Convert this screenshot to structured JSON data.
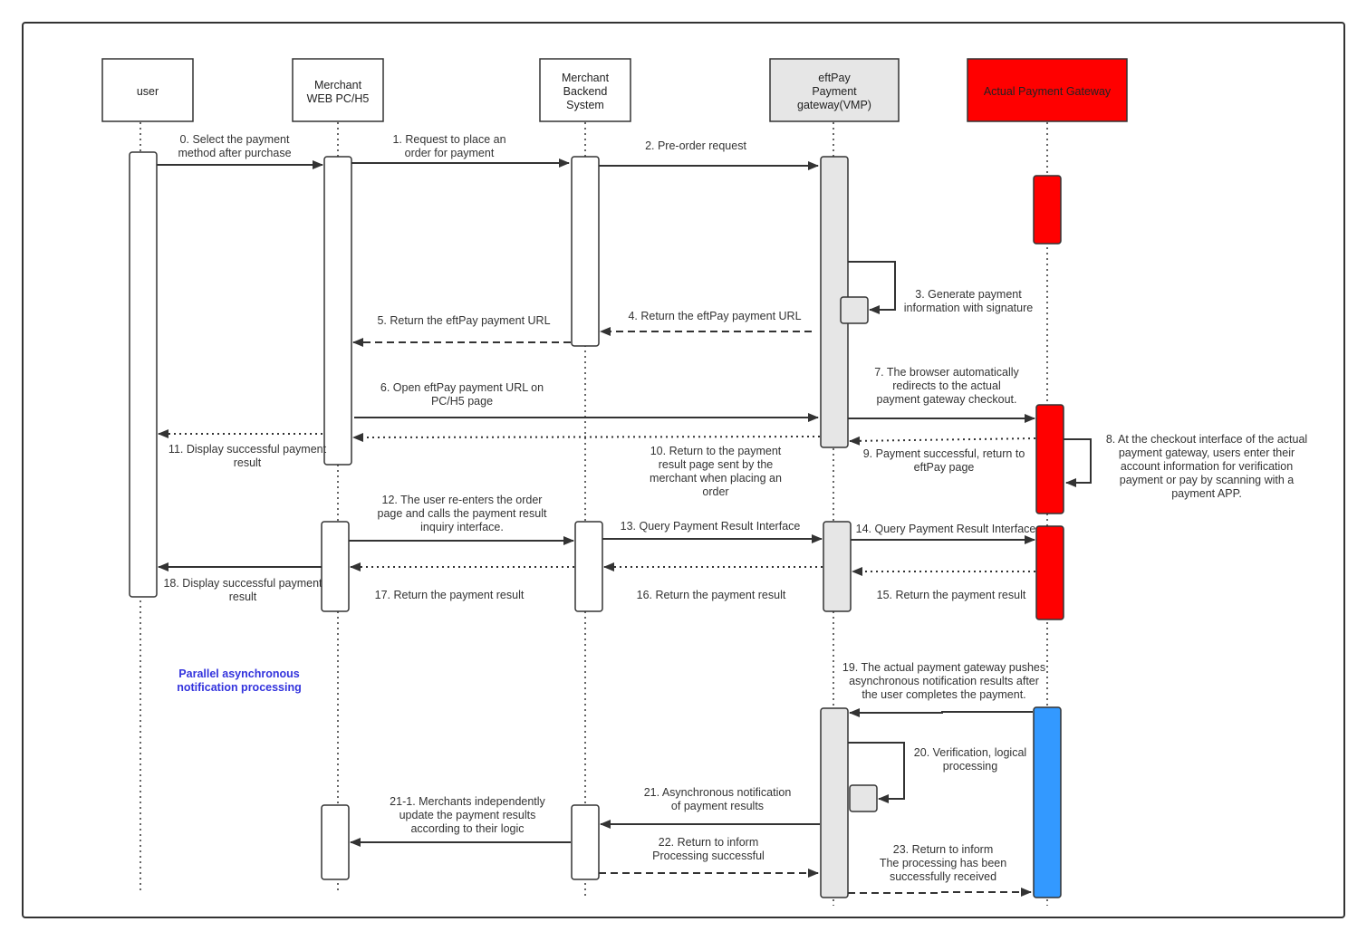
{
  "colors": {
    "red": "#ff0000",
    "blue": "#3399ff",
    "grey": "#e6e6e6",
    "note": "#3333dd",
    "line": "#333333"
  },
  "participants": [
    {
      "id": "user",
      "lines": [
        "user"
      ]
    },
    {
      "id": "merchant-web",
      "lines": [
        "Merchant",
        "WEB PC/H5"
      ]
    },
    {
      "id": "merchant-backend",
      "lines": [
        "Merchant",
        "Backend",
        "System"
      ]
    },
    {
      "id": "eftpay",
      "lines": [
        "eftPay",
        "Payment",
        "gateway(VMP)"
      ]
    },
    {
      "id": "actual-gateway",
      "lines": [
        "Actual Payment Gateway"
      ]
    }
  ],
  "messages": [
    {
      "id": "m0",
      "lines": [
        "0. Select the payment",
        "method after purchase"
      ]
    },
    {
      "id": "m1",
      "lines": [
        "1. Request to place an",
        "order for payment"
      ]
    },
    {
      "id": "m2",
      "lines": [
        "2. Pre-order request"
      ]
    },
    {
      "id": "m3",
      "lines": [
        "3. Generate payment",
        "information with signature"
      ]
    },
    {
      "id": "m4",
      "lines": [
        "4. Return the eftPay payment URL"
      ]
    },
    {
      "id": "m5",
      "lines": [
        "5. Return the eftPay payment URL"
      ]
    },
    {
      "id": "m6",
      "lines": [
        "6. Open eftPay payment URL on",
        "PC/H5 page"
      ]
    },
    {
      "id": "m7",
      "lines": [
        "7. The browser automatically",
        "redirects to the actual",
        "payment gateway checkout."
      ]
    },
    {
      "id": "m8",
      "lines": [
        "8. At the checkout interface of the actual",
        "payment gateway, users enter their",
        "account information for verification",
        "payment or pay by scanning with a",
        "payment APP."
      ]
    },
    {
      "id": "m9",
      "lines": [
        "9. Payment successful, return to",
        "eftPay page"
      ]
    },
    {
      "id": "m10",
      "lines": [
        "10. Return to the payment",
        "result page sent by the",
        "merchant when placing an",
        "order"
      ]
    },
    {
      "id": "m11",
      "lines": [
        "11. Display successful payment",
        "result"
      ]
    },
    {
      "id": "m12",
      "lines": [
        "12. The user re-enters the order",
        "page and calls the payment result",
        "inquiry interface."
      ]
    },
    {
      "id": "m13",
      "lines": [
        "13. Query Payment Result Interface"
      ]
    },
    {
      "id": "m14",
      "lines": [
        "14. Query Payment Result Interface"
      ]
    },
    {
      "id": "m15",
      "lines": [
        "15. Return the payment result"
      ]
    },
    {
      "id": "m16",
      "lines": [
        "16. Return the payment result"
      ]
    },
    {
      "id": "m17",
      "lines": [
        "17. Return the payment result"
      ]
    },
    {
      "id": "m18",
      "lines": [
        "18. Display successful payment",
        "result"
      ]
    },
    {
      "id": "m19",
      "lines": [
        "19. The actual payment gateway pushes",
        "asynchronous notification results after",
        "the user completes the payment."
      ]
    },
    {
      "id": "m20",
      "lines": [
        "20. Verification, logical",
        "processing"
      ]
    },
    {
      "id": "m21",
      "lines": [
        "21. Asynchronous notification",
        "of payment results"
      ]
    },
    {
      "id": "m21-1",
      "lines": [
        "21-1. Merchants independently",
        "update the payment results",
        "according to their logic"
      ]
    },
    {
      "id": "m22",
      "lines": [
        "22. Return to inform",
        "Processing successful"
      ]
    },
    {
      "id": "m23",
      "lines": [
        "23. Return to inform",
        "The processing has been",
        "successfully received"
      ]
    }
  ],
  "note": {
    "lines": [
      "Parallel asynchronous",
      "notification processing"
    ]
  }
}
